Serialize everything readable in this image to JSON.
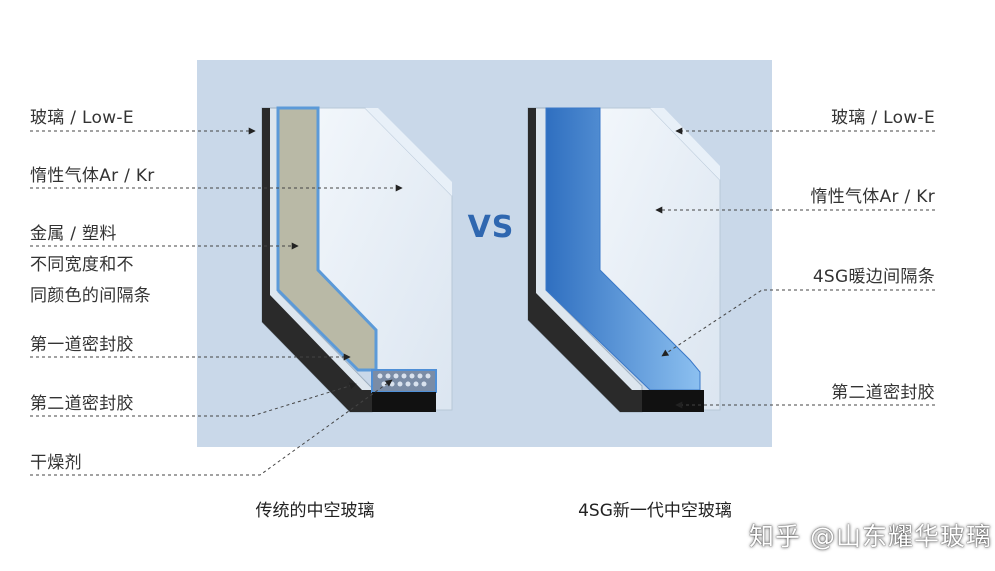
{
  "left_labels": [
    {
      "text": "玻璃 / Low-E"
    },
    {
      "text": "惰性气体Ar / Kr"
    },
    {
      "text": "金属 / 塑料"
    },
    {
      "text": "不同宽度和不"
    },
    {
      "text": "同颜色的间隔条"
    },
    {
      "text": "第一道密封胶"
    },
    {
      "text": "第二道密封胶"
    },
    {
      "text": "干燥剂"
    }
  ],
  "right_labels": [
    {
      "text": "玻璃 / Low-E"
    },
    {
      "text": "惰性气体Ar / Kr"
    },
    {
      "text": "4SG暖边间隔条"
    },
    {
      "text": "第二道密封胶"
    }
  ],
  "vs_text": "VS",
  "captions": {
    "traditional": "传统的中空玻璃",
    "new_gen": "4SG新一代中空玻璃"
  },
  "watermark": "知乎 @山东耀华玻璃",
  "colors": {
    "panel_bg": "#c9d8e9",
    "vs_blue": "#2f67b0",
    "spacer_blue": "#4f8fd6",
    "leader_line": "#444444"
  }
}
